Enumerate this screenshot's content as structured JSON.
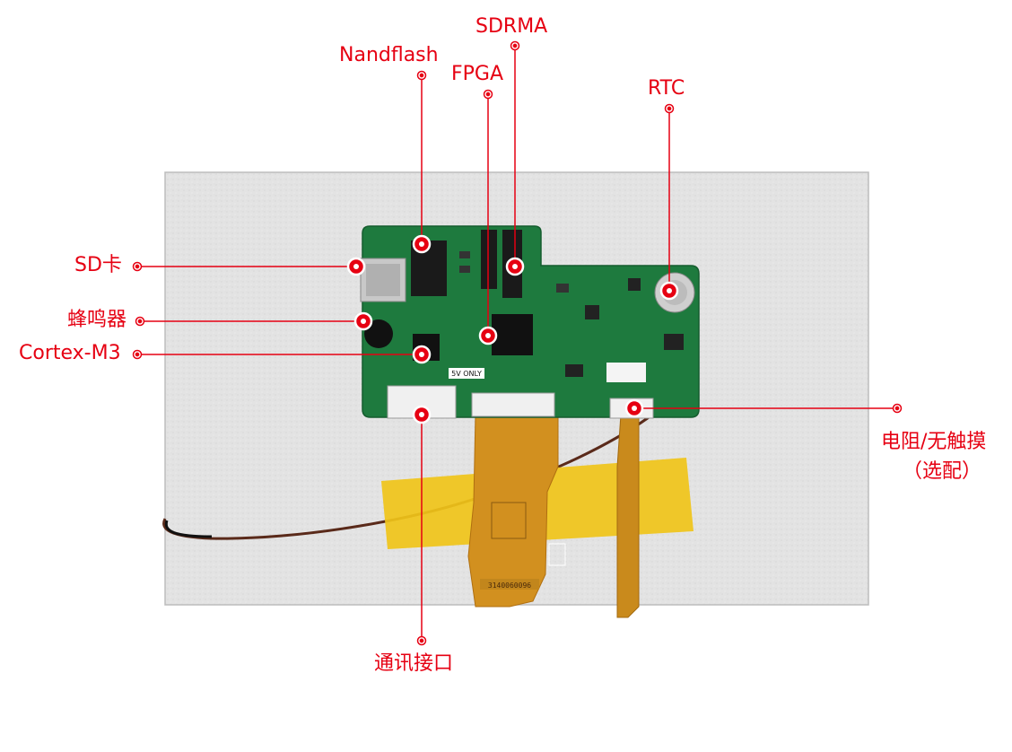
{
  "labels": {
    "sdrma": "SDRMA",
    "nandflash": "Nandflash",
    "fpga": "FPGA",
    "rtc": "RTC",
    "sd_card": "SD卡",
    "buzzer": "蜂鸣器",
    "cortex": "Cortex-M3",
    "touch_line1": "电阻/无触摸",
    "touch_line2": "（选配）",
    "comm_port": "通讯接口"
  },
  "board_print": {
    "silk_5v": "5V ONLY",
    "fpc_code": "3140060096"
  },
  "colors": {
    "annotation": "#e60012",
    "pcb": "#1e7a3e",
    "panel": "#e2e2e2",
    "fpc": "#d2901f",
    "tape": "#f0c419"
  }
}
